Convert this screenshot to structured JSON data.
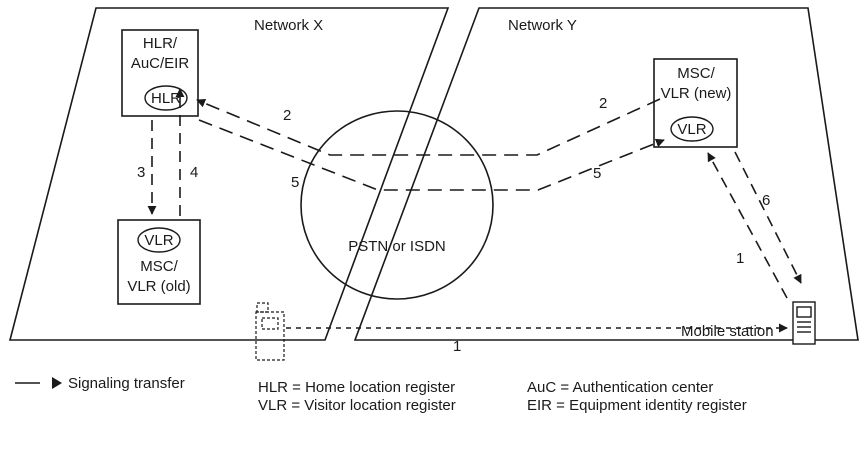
{
  "networks": {
    "x": {
      "label": "Network X"
    },
    "y": {
      "label": "Network Y"
    }
  },
  "nodes": {
    "hlr_box": {
      "line1": "HLR/",
      "line2": "AuC/EIR",
      "oval": "HLR"
    },
    "old_msc": {
      "oval": "VLR",
      "line1": "MSC/",
      "line2": "VLR (old)"
    },
    "new_msc": {
      "line1": "MSC/",
      "line2": "VLR (new)",
      "oval": "VLR"
    },
    "cloud": {
      "label": "PSTN or ISDN"
    },
    "mobile": {
      "label": "Mobile station"
    }
  },
  "steps": {
    "s1_bottom": "1",
    "s1_right": "1",
    "s2_left": "2",
    "s2_right": "2",
    "s3": "3",
    "s4": "4",
    "s5_left": "5",
    "s5_right": "5",
    "s6": "6"
  },
  "legend": {
    "arrow_label": "Signaling transfer",
    "hlr": "HLR = Home location register",
    "vlr": "VLR = Visitor location register",
    "auc": "AuC = Authentication center",
    "eir": "EIR = Equipment identity register"
  },
  "colors": {
    "ink": "#1a1a1a",
    "background": "#ffffff"
  }
}
